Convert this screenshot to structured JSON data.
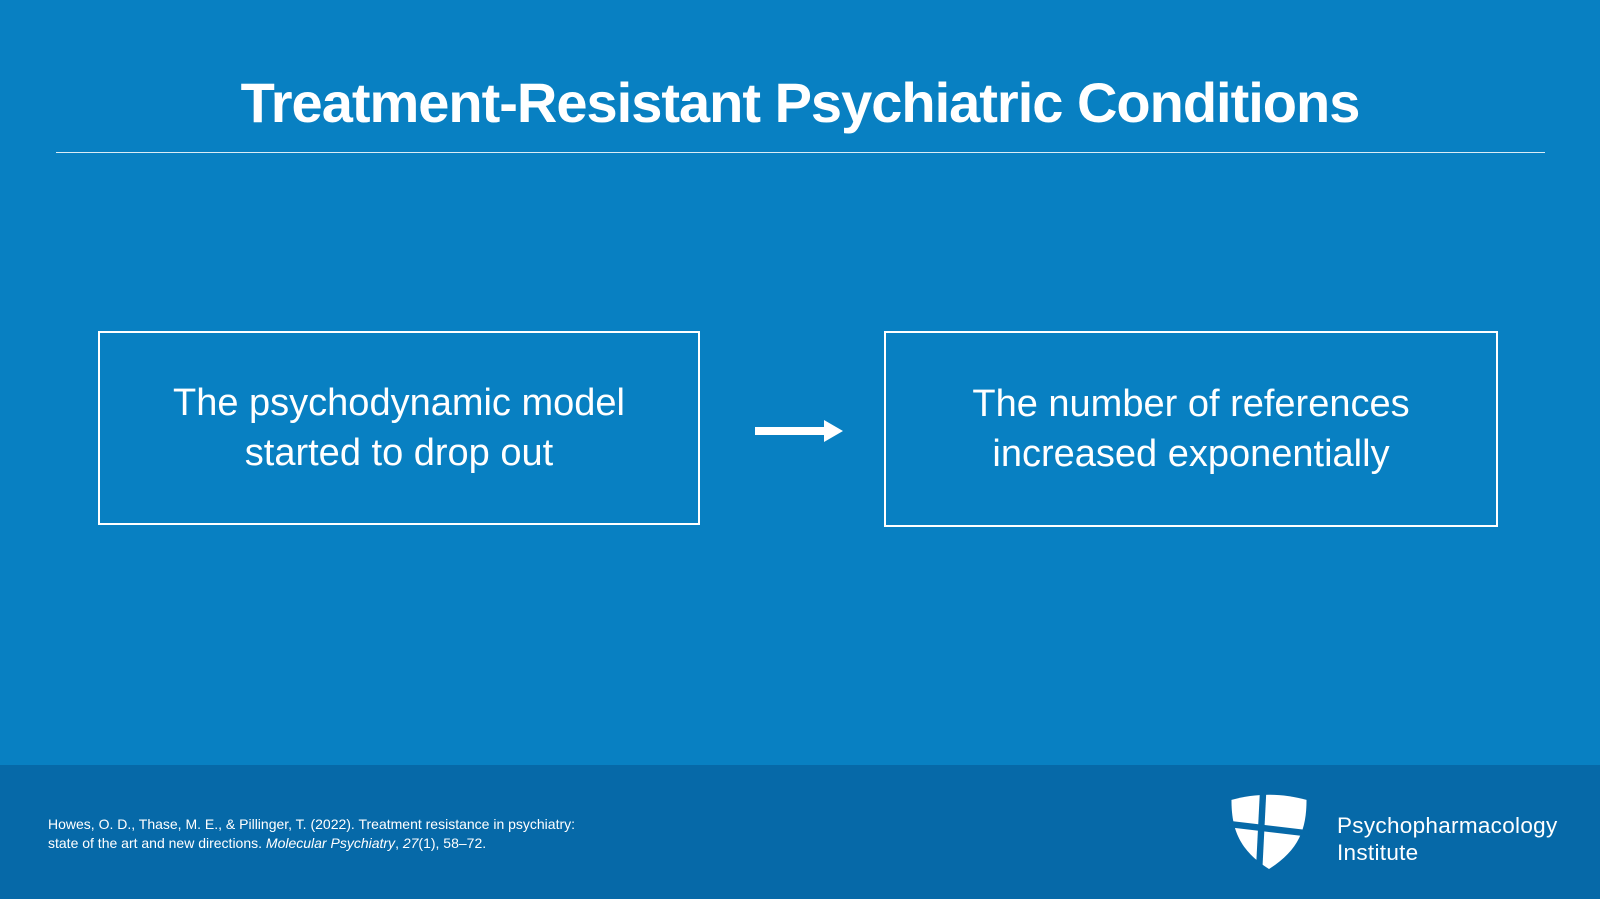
{
  "colors": {
    "background": "#0880C2",
    "footer_background": "#0669A8",
    "text": "#FFFFFF"
  },
  "header": {
    "title": "Treatment-Resistant Psychiatric Conditions"
  },
  "diagram": {
    "left_box": {
      "lines": [
        "The psychodynamic model",
        "started to drop out"
      ]
    },
    "right_box": {
      "lines": [
        "The number of references",
        "increased exponentially"
      ]
    },
    "arrow_icon": "right-arrow-icon"
  },
  "footer": {
    "citation": {
      "line1": "Howes, O. D., Thase, M. E., & Pillinger, T. (2022). Treatment resistance in psychiatry:",
      "line2_pre": "state of the art and new directions. ",
      "line2_journal": "Molecular Psychiatry",
      "line2_sep": ", ",
      "line2_volume": "27",
      "line2_post": "(1), 58–72."
    },
    "logo": {
      "shield_icon": "shield-cross-icon",
      "line1": "Psychopharmacology",
      "line2": "Institute"
    }
  }
}
